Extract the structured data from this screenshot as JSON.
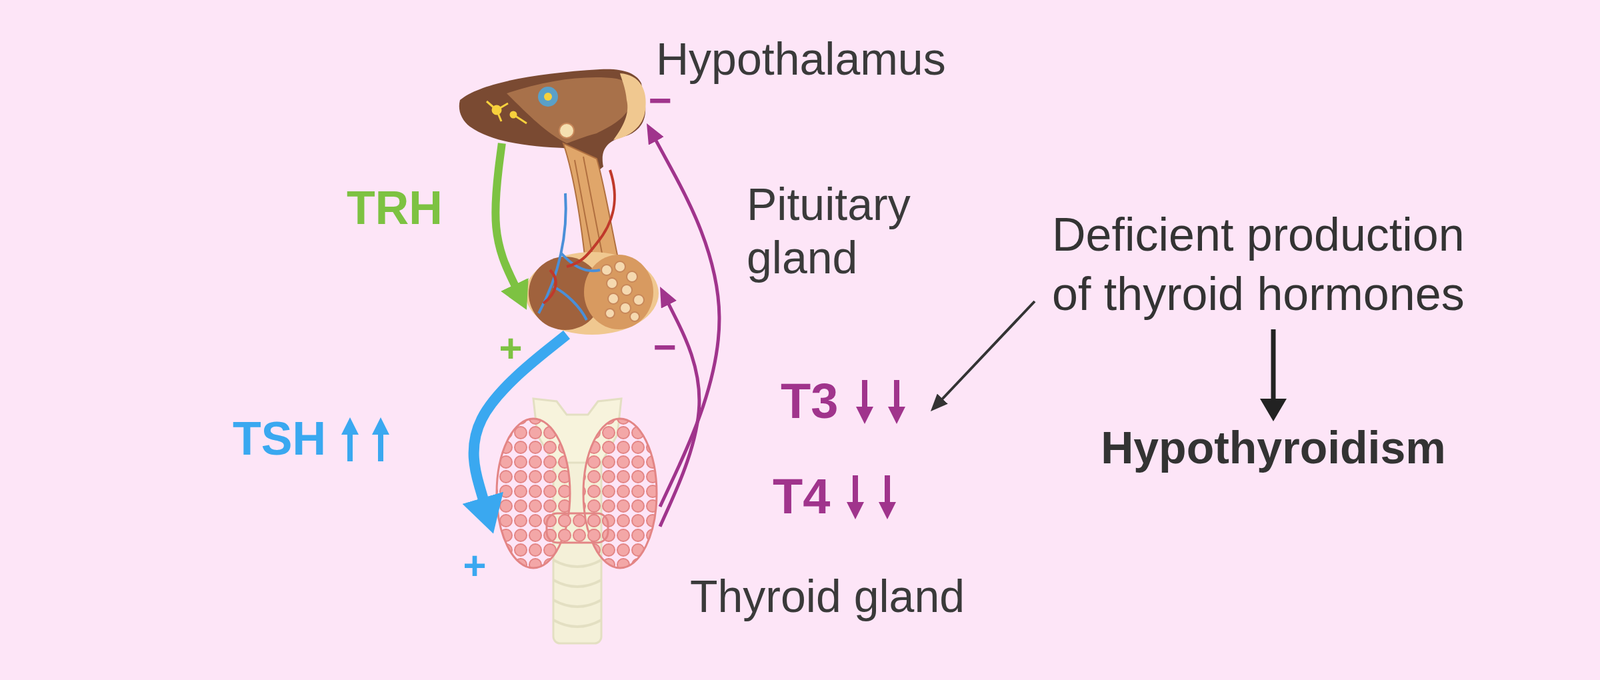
{
  "diagram": {
    "nodes": [
      {
        "text": [
          "Hypothalamus"
        ]
      },
      {
        "text": [
          "Pituitary gland"
        ]
      },
      {
        "text": [
          "Thyroid gland"
        ]
      },
      {
        "text": [
          "Deficient production of thyroid hormones"
        ]
      },
      {
        "text": [
          "Hypothyroidism"
        ]
      }
    ],
    "edges": [
      {
        "from": 0,
        "to": 1,
        "label": "TRH",
        "arrow": "to"
      },
      {
        "from": 1,
        "to": 2,
        "label": "TSH",
        "arrow": "to"
      },
      {
        "from": 2,
        "to": 1,
        "arrow": "to"
      },
      {
        "from": 2,
        "to": 0,
        "arrow": "to"
      },
      {
        "from": 3,
        "to": 4,
        "arrow": "to"
      }
    ],
    "labels": [
      "−",
      "+",
      "−",
      "+",
      "T3",
      "T4"
    ]
  }
}
